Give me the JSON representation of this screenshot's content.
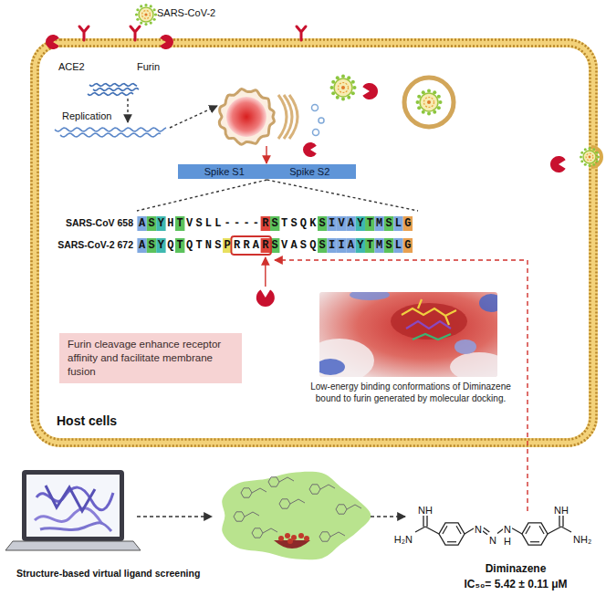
{
  "diagram": {
    "nodes": [
      {
        "text": [
          "Host cells"
        ]
      },
      {
        "text": [
          "Spike S1",
          "Spike S2"
        ],
        "in": 0
      },
      {
        "text": [
          "Furin cleavage enhance receptor affinity and facilitate membrane fusion"
        ],
        "in": 0
      },
      {
        "text": [
          "Low-energy binding conformations of Diminazene bound to furin generated by molecular docking."
        ],
        "in": 0
      },
      {
        "text": [
          "Structure-based virtual ligand screening"
        ]
      },
      {
        "text": [
          "Diminazene",
          "IC₅₀= 5.42 ± 0.11 μM"
        ]
      }
    ],
    "labels": [
      "SARS-CoV-2",
      "ACE2",
      "Furin",
      "Replication",
      "SARS-CoV 658",
      "ASYHTVSLL----RSTSQKSIVAYTMSLG",
      "SARS-CoV-2 672",
      "ASYQTQTNSPRRARSVASQSIIAYTMSLG",
      "NH",
      "H₂N",
      "N",
      "N",
      "N",
      "H",
      "NH",
      "NH₂"
    ]
  }
}
